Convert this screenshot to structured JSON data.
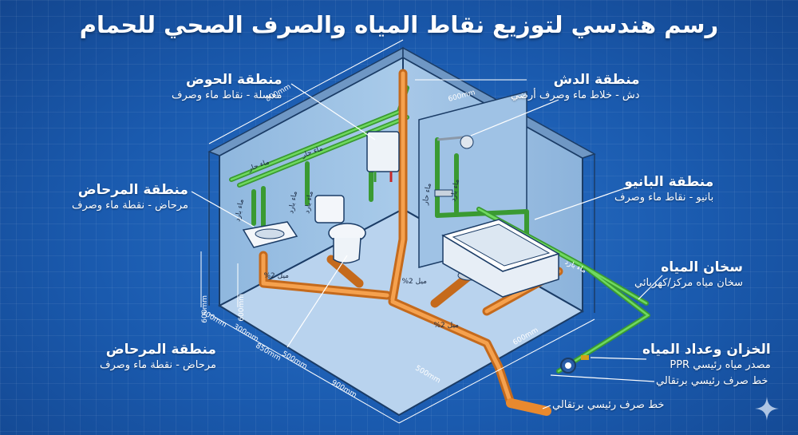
{
  "title": "رسم هندسي لتوزيع نقاط المياه والصرف الصحي للحمام",
  "labels": {
    "basin": {
      "heading": "منطقة الحوض",
      "sub": "مغسلة - نقاط ماء وصرف"
    },
    "shower": {
      "heading": "منطقة الدش",
      "sub": "دش - خلاط ماء وصرف أرضي"
    },
    "toilet_upper": {
      "heading": "منطقة المرحاض",
      "sub": "مرحاض - نقطة ماء وصرف"
    },
    "bathtub": {
      "heading": "منطقة البانيو",
      "sub": "بانيو - نقاط ماء وصرف"
    },
    "heater": {
      "heading": "سخان المياه",
      "sub": "سخان مياه مركز/كهربائي"
    },
    "toilet_lower": {
      "heading": "منطقة المرحاض",
      "sub": "مرحاض - نقطة ماء وصرف"
    },
    "tank": {
      "heading": "الخزان وعداد المياه",
      "sub": "مصدر مياه رئيسي PPR"
    }
  },
  "notes": {
    "drain_line_1": "خط صرف رئيسي برتقالي",
    "drain_line_2": "خط صرف رئيسي برتقالي"
  },
  "dimensions": {
    "top_width": "800mm",
    "shower_width": "600mm",
    "wall_height": "600mm",
    "inner_height": "600mm",
    "front_1": "300mm",
    "front_2": "300mm",
    "front_3": "850mm",
    "front_4": "500mm",
    "front_5": "900mm",
    "right_1": "600mm",
    "right_2": "500mm"
  },
  "pipe_labels": {
    "cold_1": "ماء بارد",
    "cold_2": "ماء بارد",
    "hot_1": "ماء حار",
    "hot_2": "ماء حار",
    "hot_3": "ماء حار",
    "cold_3": "ماء بارد",
    "cold_4": "ماء بارد",
    "cold_5": "ماء بارد",
    "slope_1": "ميل 2%",
    "slope_2": "ميل 2%",
    "slope_3": "ميل 2%"
  },
  "colors": {
    "supply_pipe": "#4bbf3f",
    "drain_pipe": "#e8892e",
    "background": "#1a5aae"
  },
  "icons": {
    "corner": "sparkle-icon"
  }
}
